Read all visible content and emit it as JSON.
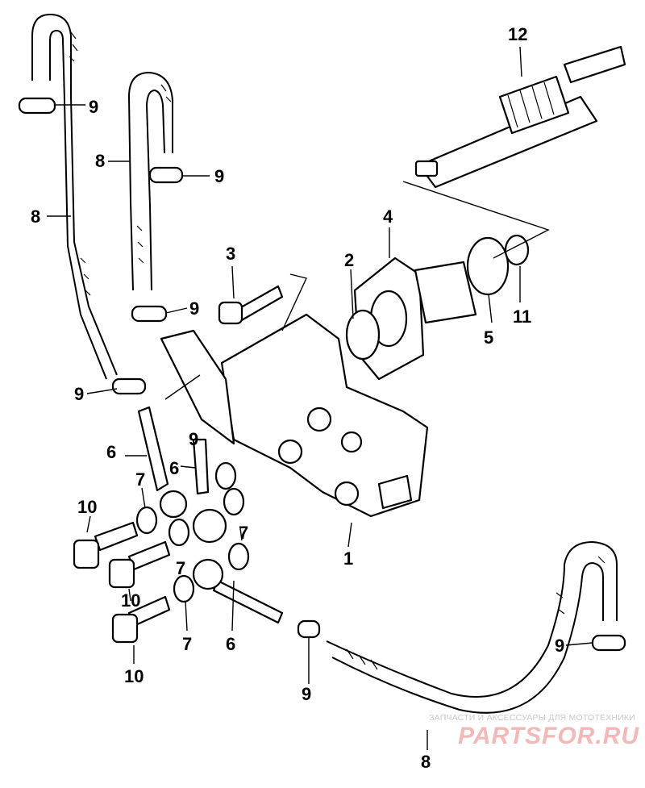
{
  "diagram": {
    "type": "exploded parts diagram",
    "callouts": [
      {
        "id": "c12",
        "label": "12"
      },
      {
        "id": "c9a",
        "label": "9"
      },
      {
        "id": "c8a",
        "label": "8"
      },
      {
        "id": "c9b",
        "label": "9"
      },
      {
        "id": "c8b",
        "label": "8"
      },
      {
        "id": "c4",
        "label": "4"
      },
      {
        "id": "c3",
        "label": "3"
      },
      {
        "id": "c2",
        "label": "2"
      },
      {
        "id": "c11",
        "label": "11"
      },
      {
        "id": "c5",
        "label": "5"
      },
      {
        "id": "c9c",
        "label": "9"
      },
      {
        "id": "c9d",
        "label": "9"
      },
      {
        "id": "c9e",
        "label": "9"
      },
      {
        "id": "c6a",
        "label": "6"
      },
      {
        "id": "c6b",
        "label": "6"
      },
      {
        "id": "c7a",
        "label": "7"
      },
      {
        "id": "c10a",
        "label": "10"
      },
      {
        "id": "c7b",
        "label": "7"
      },
      {
        "id": "c1",
        "label": "1"
      },
      {
        "id": "c10b",
        "label": "10"
      },
      {
        "id": "c7c",
        "label": "7"
      },
      {
        "id": "c6c",
        "label": "6"
      },
      {
        "id": "c7d",
        "label": "7"
      },
      {
        "id": "c10c",
        "label": "10"
      },
      {
        "id": "c9f",
        "label": "9"
      },
      {
        "id": "c9g",
        "label": "9"
      },
      {
        "id": "c8c",
        "label": "8"
      }
    ]
  },
  "watermark": {
    "tagline": "ЗАПЧАСТИ И АКСЕССУАРЫ ДЛЯ МОТОТЕХНИКИ",
    "logo": "PARTSFOR.RU"
  }
}
